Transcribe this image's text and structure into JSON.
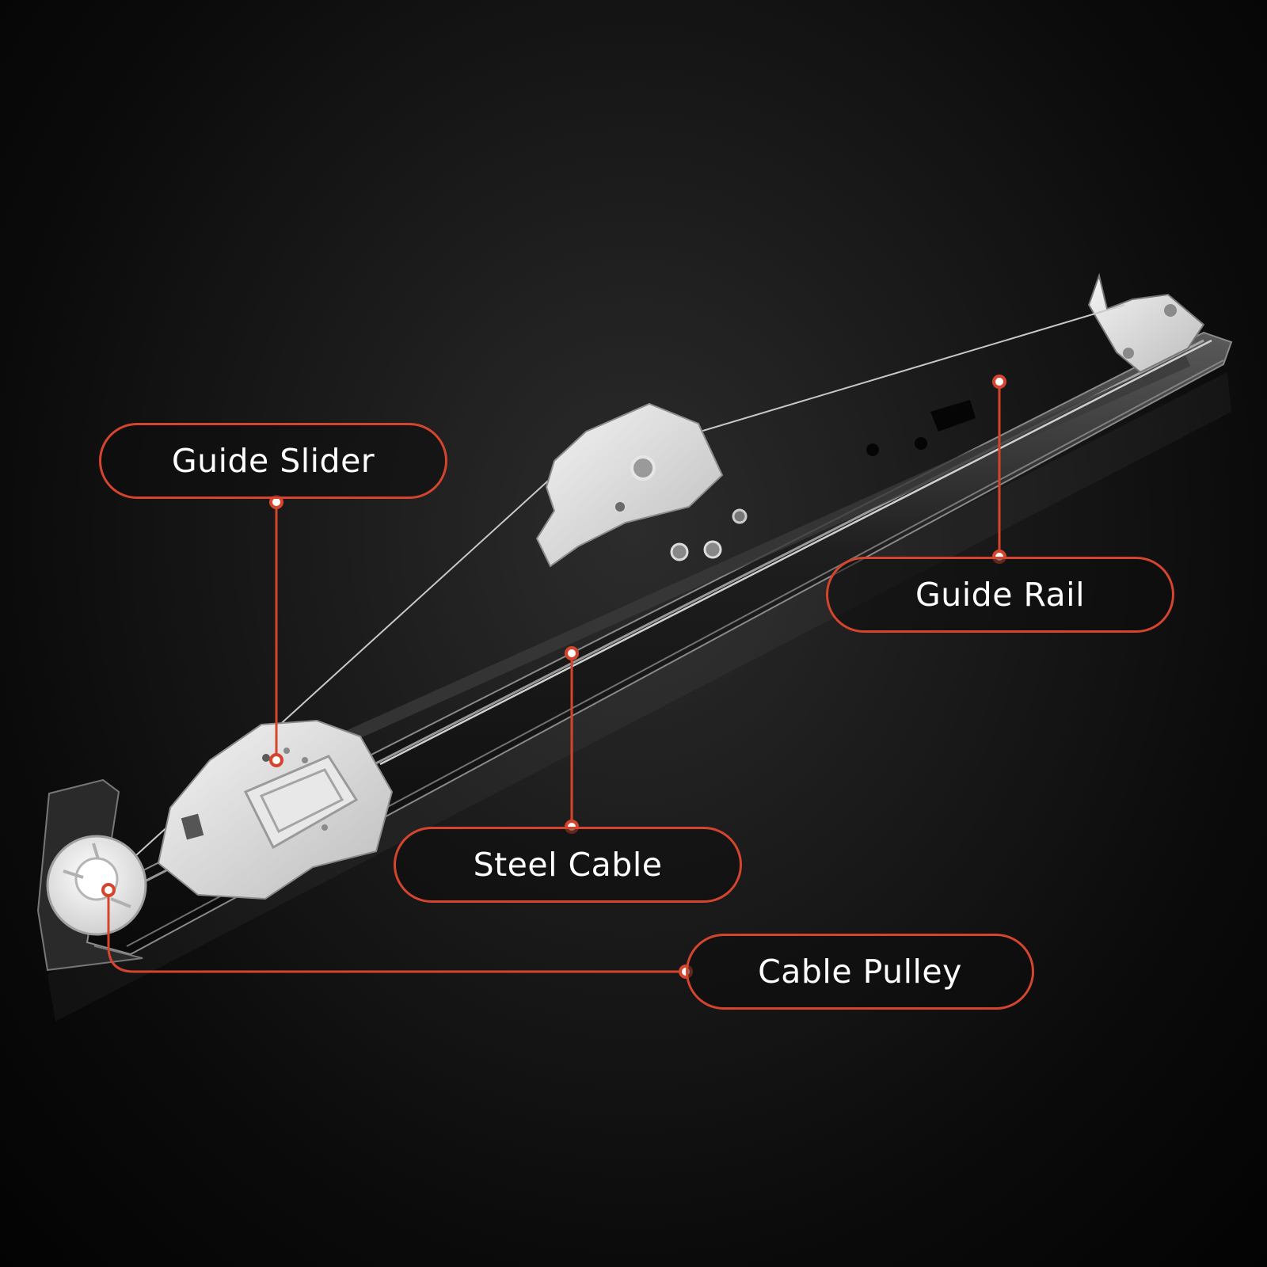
{
  "colors": {
    "accent": "#d5452d",
    "background": "#111111",
    "label_text": "#ffffff"
  },
  "image": {
    "subject": "window-regulator-photo"
  },
  "callouts": {
    "guide_slider": "Guide Slider",
    "guide_rail": "Guide Rail",
    "steel_cable": "Steel Cable",
    "cable_pulley": "Cable Pulley"
  }
}
